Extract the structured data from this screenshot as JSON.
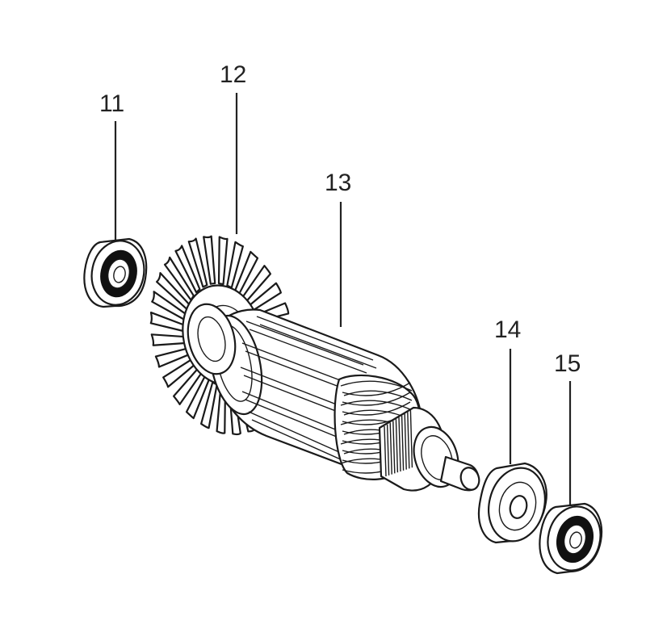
{
  "callouts": [
    {
      "id": "11",
      "label": "11",
      "part": "bearing-left"
    },
    {
      "id": "12",
      "label": "12",
      "part": "fan"
    },
    {
      "id": "13",
      "label": "13",
      "part": "armature"
    },
    {
      "id": "14",
      "label": "14",
      "part": "washer"
    },
    {
      "id": "15",
      "label": "15",
      "part": "bearing-right"
    }
  ],
  "colors": {
    "line": "#1a1a1a",
    "background": "#ffffff",
    "fill_dark": "#111111"
  }
}
